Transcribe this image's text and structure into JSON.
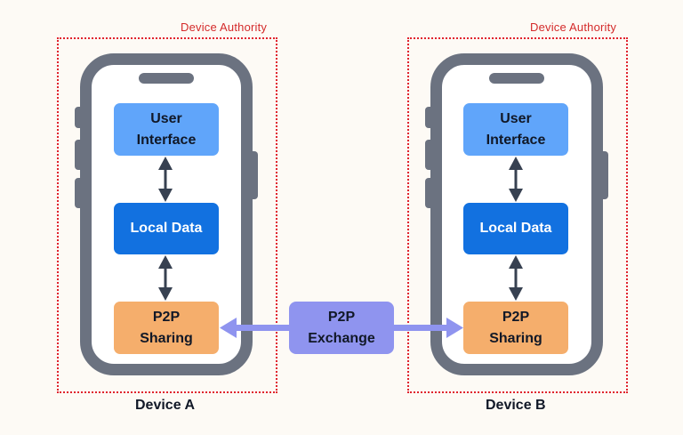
{
  "diagram": {
    "colors": {
      "background": "#fdfaf5",
      "authority_border": "#e0232e",
      "phone_frame": "#6b7280",
      "user_interface": "#60a5fa",
      "local_data": "#1271e0",
      "p2p_sharing": "#f5ae6c",
      "p2p_exchange": "#8f94ef",
      "internal_arrow": "#374151",
      "exchange_arrow": "#8f94ef"
    },
    "devices": [
      {
        "name": "Device A",
        "authority_label": "Device Authority",
        "components": [
          "User\nInterface",
          "Local Data",
          "P2P\nSharing"
        ]
      },
      {
        "name": "Device B",
        "authority_label": "Device Authority",
        "components": [
          "User\nInterface",
          "Local Data",
          "P2P\nSharing"
        ]
      }
    ],
    "exchange": {
      "label": "P2P\nExchange"
    },
    "connections": [
      {
        "from": "User Interface",
        "to": "Local Data",
        "direction": "bidirectional"
      },
      {
        "from": "Local Data",
        "to": "P2P Sharing",
        "direction": "bidirectional"
      },
      {
        "from": "P2P Exchange",
        "to": "Device A P2P Sharing",
        "direction": "to"
      },
      {
        "from": "P2P Exchange",
        "to": "Device B P2P Sharing",
        "direction": "to"
      }
    ]
  }
}
